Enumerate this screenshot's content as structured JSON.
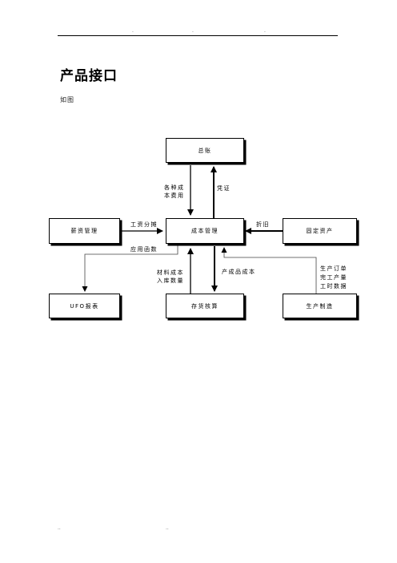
{
  "page": {
    "title": "产品接口",
    "subtitle": "如图"
  },
  "diagram": {
    "nodes": {
      "general_ledger": "总账",
      "cost_management": "成本管理",
      "payroll": "薪资管理",
      "fixed_assets": "固定资产",
      "ufo_report": "UFO报表",
      "inventory": "存货核算",
      "production": "生产制造"
    },
    "edges": {
      "cost_to_ledger": "凭证",
      "ledger_to_cost": [
        "各种成",
        "本费用"
      ],
      "payroll_to_cost": "工资分摊",
      "assets_to_cost": "折旧",
      "cost_to_report": "应用函数",
      "inventory_to_cost": [
        "材料成本",
        "入库数量"
      ],
      "cost_to_inventory": "产成品成本",
      "production_to_cost": [
        "生产订单",
        "完工产量",
        "工时数据"
      ]
    }
  }
}
